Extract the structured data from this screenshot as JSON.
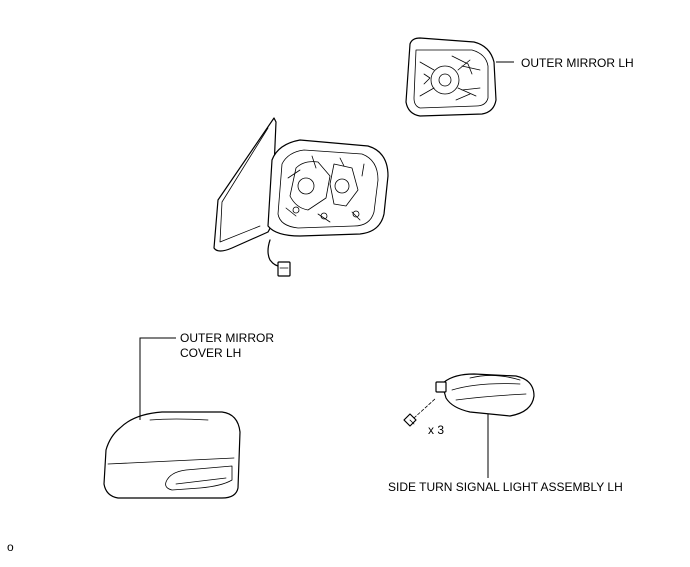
{
  "labels": {
    "outer_mirror": "OUTER MIRROR LH",
    "cover_line1": "OUTER MIRROR",
    "cover_line2": "COVER LH",
    "signal": "SIDE TURN SIGNAL LIGHT ASSEMBLY LH",
    "screw_qty": "x 3",
    "corner_mark": "o"
  }
}
